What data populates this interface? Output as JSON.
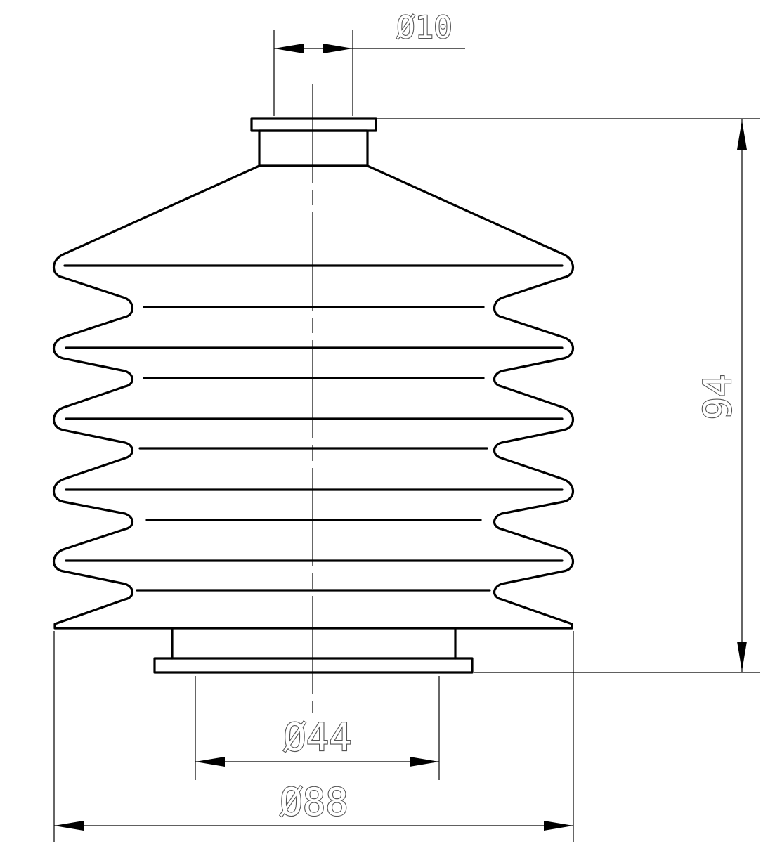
{
  "dimensions": {
    "top_diameter": "Ø10",
    "height": "94",
    "inner_diameter": "Ø44",
    "outer_diameter": "Ø88"
  }
}
